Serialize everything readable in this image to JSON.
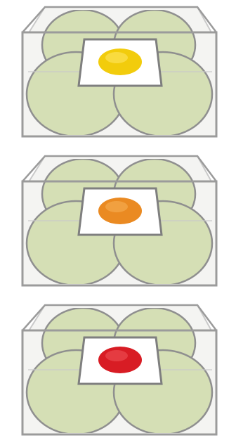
{
  "colors": {
    "background": "#ffffff",
    "box_line": "#9b9b9b",
    "box_line_light": "#c9c9c9",
    "box_fill": "#f4f4f2",
    "circle_fill": "#d5dfb5",
    "circle_stroke": "#8f8f8f",
    "square_fill": "#ffffff",
    "square_stroke": "#7f7f7f"
  },
  "panels": [
    {
      "name": "box-yellow",
      "dot_color": "#f2cc0c",
      "dot_highlight": "#ffe86a"
    },
    {
      "name": "box-orange",
      "dot_color": "#ea8a22",
      "dot_highlight": "#f6b35a"
    },
    {
      "name": "box-red",
      "dot_color": "#d81c24",
      "dot_highlight": "#f0555a"
    }
  ]
}
